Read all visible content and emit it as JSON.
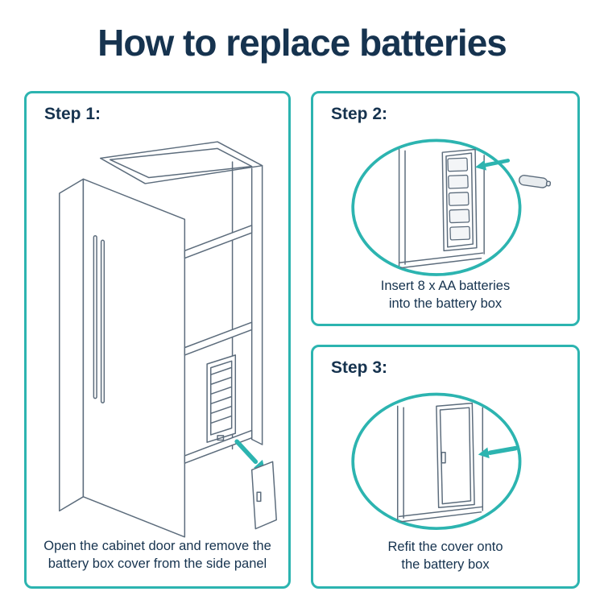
{
  "page": {
    "title": "How to replace batteries"
  },
  "steps": [
    {
      "label": "Step 1:",
      "caption_lines": [
        "Open the cabinet door and remove the",
        "battery box cover from the side panel"
      ]
    },
    {
      "label": "Step 2:",
      "caption_lines": [
        "Insert 8 x AA batteries",
        "into the battery box"
      ]
    },
    {
      "label": "Step 3:",
      "caption_lines": [
        "Refit the cover onto",
        "the battery box"
      ]
    }
  ],
  "colors": {
    "accent_teal": "#2CB4B0",
    "text_navy": "#16334F",
    "line_gray": "#5C6C7C"
  },
  "icons": {
    "step1_arrow": "teal-arrow-down-right-icon",
    "step2_arrow": "teal-arrow-left-icon",
    "step3_arrow": "teal-arrow-left-icon",
    "battery": "aa-battery-icon"
  },
  "illustrations": {
    "step1": "cabinet-open-door-with-battery-box-and-removed-cover",
    "step2": "magnified-battery-box-with-batteries",
    "step3": "magnified-battery-cover-refit"
  }
}
